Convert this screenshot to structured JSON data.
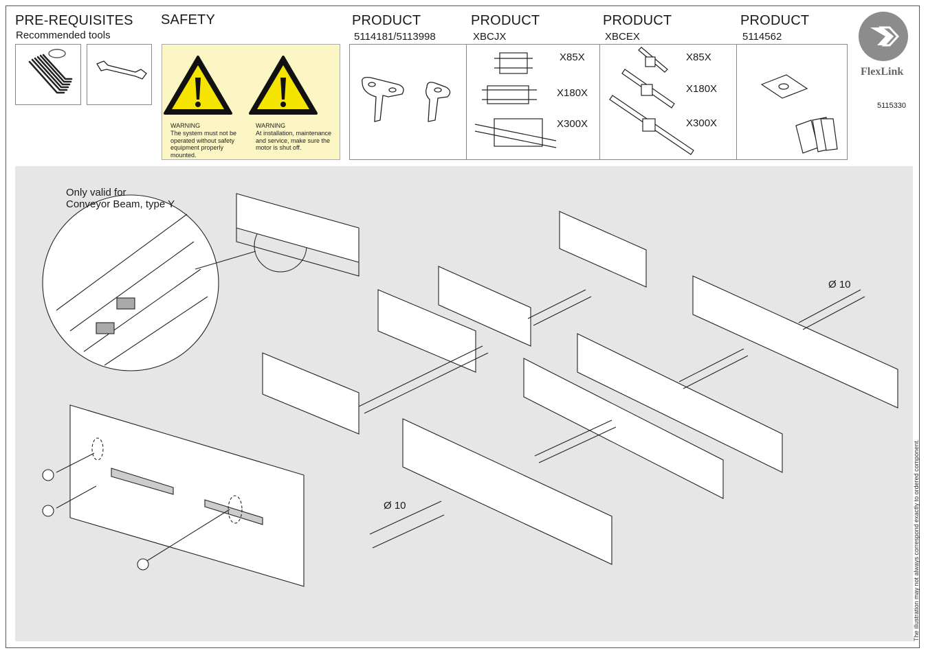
{
  "header": {
    "prereq_title": "PRE-REQUISITES",
    "prereq_sub": "Recommended tools",
    "safety_title": "SAFETY",
    "products": [
      {
        "title": "PRODUCT",
        "code": "5114181/5113998"
      },
      {
        "title": "PRODUCT",
        "code": "XBCJX"
      },
      {
        "title": "PRODUCT",
        "code": "XBCEX"
      },
      {
        "title": "PRODUCT",
        "code": "5114562"
      }
    ]
  },
  "safety": {
    "warning1_title": "WARNING",
    "warning1_text": "The system must not be operated without safety equipment properly mounted.",
    "warning2_title": "WARNING",
    "warning2_text": "At installation, maintenance and service, make sure the motor is shut off."
  },
  "variants_xbcjx": [
    "X85X",
    "X180X",
    "X300X"
  ],
  "variants_xbcex": [
    "X85X",
    "X180X",
    "X300X"
  ],
  "brand": {
    "name": "FlexLink",
    "doc_number": "5115330",
    "logo_color": "#8c8c8c"
  },
  "diagram": {
    "note": "Only valid for\nConveyor Beam, type Y",
    "diameter_label_1": "Ø 10",
    "diameter_label_2": "Ø 10",
    "disclaimer": "The illustration may not always correspond exactly to ordered component."
  },
  "colors": {
    "warning_yellow": "#f5e400",
    "safety_bg": "#fbf6c4",
    "main_bg": "#e6e6e6"
  }
}
